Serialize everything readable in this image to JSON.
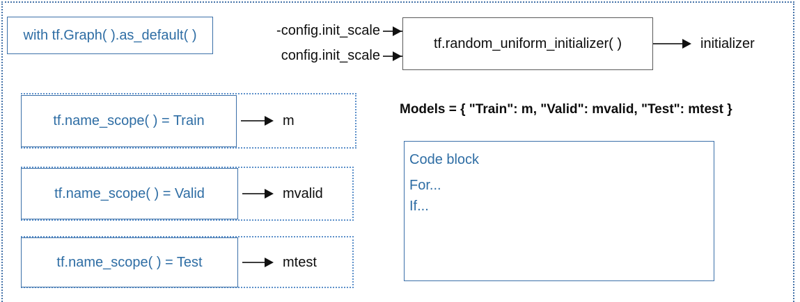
{
  "diagram": {
    "graph_scope": {
      "label": "with tf.Graph( ).as_default( )"
    },
    "initializer_flow": {
      "input_labels": [
        "-config.init_scale",
        "config.init_scale"
      ],
      "function_box": "tf.random_uniform_initializer( )",
      "output_label": "initializer"
    },
    "scopes": [
      {
        "scope_label": "tf.name_scope( ) = Train",
        "model_label": "m"
      },
      {
        "scope_label": "tf.name_scope( ) = Valid",
        "model_label": "mvalid"
      },
      {
        "scope_label": "tf.name_scope( ) = Test",
        "model_label": "mtest"
      }
    ],
    "models_line": "Models = { \"Train\": m, \"Valid\": mvalid, \"Test\": mtest }",
    "code_block": {
      "lines": [
        "Code block",
        "For...",
        "If..."
      ]
    },
    "colors": {
      "blue_text": "#2E6DA4",
      "blue_border": "#3A6FA8",
      "dotted_border": "#5B8FC9",
      "black_text": "#0D0D0D",
      "arrow": "#111111"
    }
  }
}
